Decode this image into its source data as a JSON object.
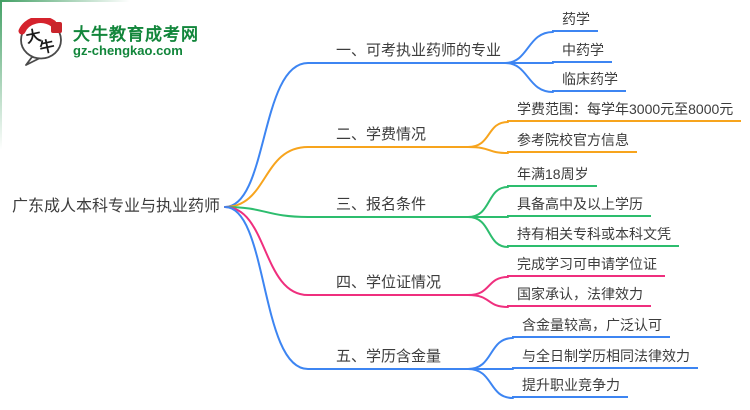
{
  "logo": {
    "bubble_char_1": "大",
    "bubble_char_2": "牛",
    "site_name": "大牛教育成考网",
    "site_domain": "gz-chengkao.com",
    "brand_green": "#12863b",
    "seal_red": "#c9252c"
  },
  "mindmap": {
    "root": {
      "label": "广东成人本科专业与执业药师"
    },
    "branches": [
      {
        "label": "一、可考执业药师的专业",
        "color": "#3d85f2",
        "children": [
          "药学",
          "中药学",
          "临床药学"
        ]
      },
      {
        "label": "二、学费情况",
        "color": "#f7a41d",
        "children": [
          "学费范围：每学年3000元至8000元",
          "参考院校官方信息"
        ]
      },
      {
        "label": "三、报名条件",
        "color": "#2dbd6e",
        "children": [
          "年满18周岁",
          "具备高中及以上学历",
          "持有相关专科或本科文凭"
        ]
      },
      {
        "label": "四、学位证情况",
        "color": "#ef2f7e",
        "children": [
          "完成学习可申请学位证",
          "国家承认，法律效力"
        ]
      },
      {
        "label": "五、学历含金量",
        "color": "#3d85f2",
        "children": [
          "含金量较高，广泛认可",
          "与全日制学历相同法律效力",
          "提升职业竞争力"
        ]
      }
    ]
  }
}
